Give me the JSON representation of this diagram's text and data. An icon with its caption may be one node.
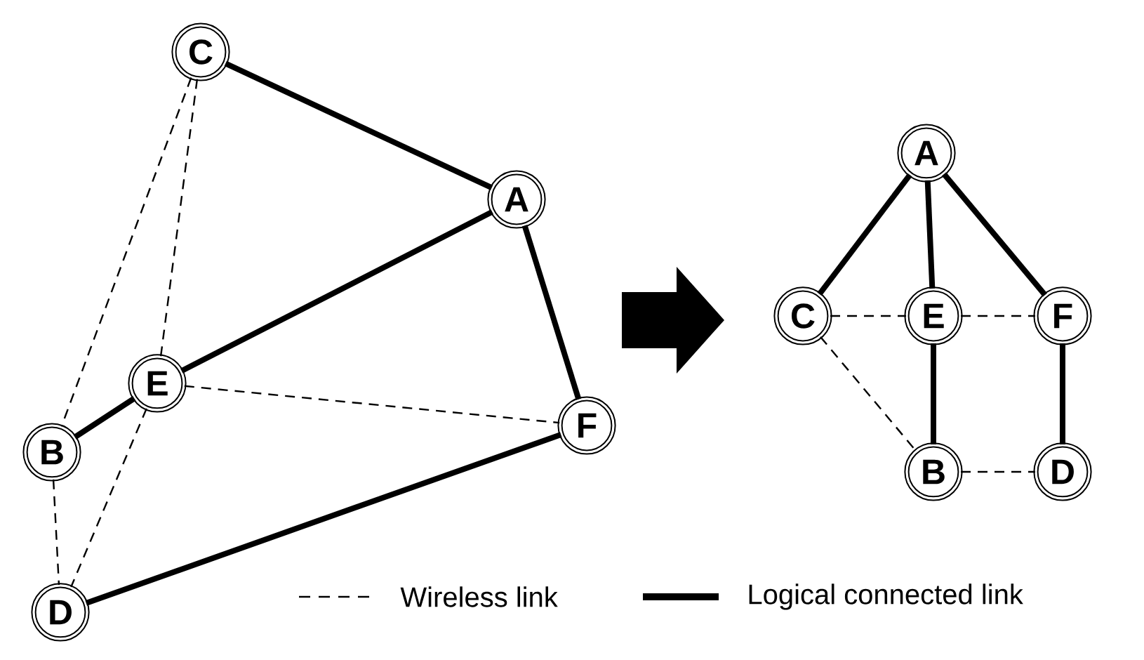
{
  "diagram": {
    "nodes": [
      {
        "text": [
          "A"
        ]
      },
      {
        "text": [
          "C"
        ]
      },
      {
        "text": [
          "E"
        ]
      },
      {
        "text": [
          "B"
        ]
      },
      {
        "text": [
          "F"
        ]
      },
      {
        "text": [
          "D"
        ]
      },
      {
        "text": [
          "A"
        ]
      },
      {
        "text": [
          "C"
        ]
      },
      {
        "text": [
          "E"
        ]
      },
      {
        "text": [
          "F"
        ]
      },
      {
        "text": [
          "B"
        ]
      },
      {
        "text": [
          "D"
        ]
      }
    ],
    "edges": [
      {
        "from": 1,
        "to": 0,
        "arrow": "none"
      },
      {
        "from": 0,
        "to": 2,
        "arrow": "none"
      },
      {
        "from": 0,
        "to": 4,
        "arrow": "none"
      },
      {
        "from": 4,
        "to": 5,
        "arrow": "none"
      },
      {
        "from": 2,
        "to": 3,
        "arrow": "none"
      },
      {
        "from": 1,
        "to": 3,
        "arrow": "none",
        "style": "dashed"
      },
      {
        "from": 1,
        "to": 2,
        "arrow": "none",
        "style": "dashed"
      },
      {
        "from": 2,
        "to": 4,
        "arrow": "none",
        "style": "dashed"
      },
      {
        "from": 2,
        "to": 5,
        "arrow": "none",
        "style": "dashed"
      },
      {
        "from": 3,
        "to": 5,
        "arrow": "none",
        "style": "dashed"
      },
      {
        "from": 6,
        "to": 7,
        "arrow": "none"
      },
      {
        "from": 6,
        "to": 8,
        "arrow": "none"
      },
      {
        "from": 6,
        "to": 9,
        "arrow": "none"
      },
      {
        "from": 7,
        "to": 8,
        "arrow": "none",
        "style": "dashed"
      },
      {
        "from": 8,
        "to": 9,
        "arrow": "none",
        "style": "dashed"
      },
      {
        "from": 7,
        "to": 10,
        "arrow": "none",
        "style": "dashed"
      },
      {
        "from": 8,
        "to": 10,
        "arrow": "none"
      },
      {
        "from": 9,
        "to": 11,
        "arrow": "none"
      },
      {
        "from": 10,
        "to": 11,
        "arrow": "none",
        "style": "dashed"
      }
    ],
    "legend": [
      {
        "text": "Wireless link"
      },
      {
        "text": "Logical connected link"
      }
    ]
  }
}
